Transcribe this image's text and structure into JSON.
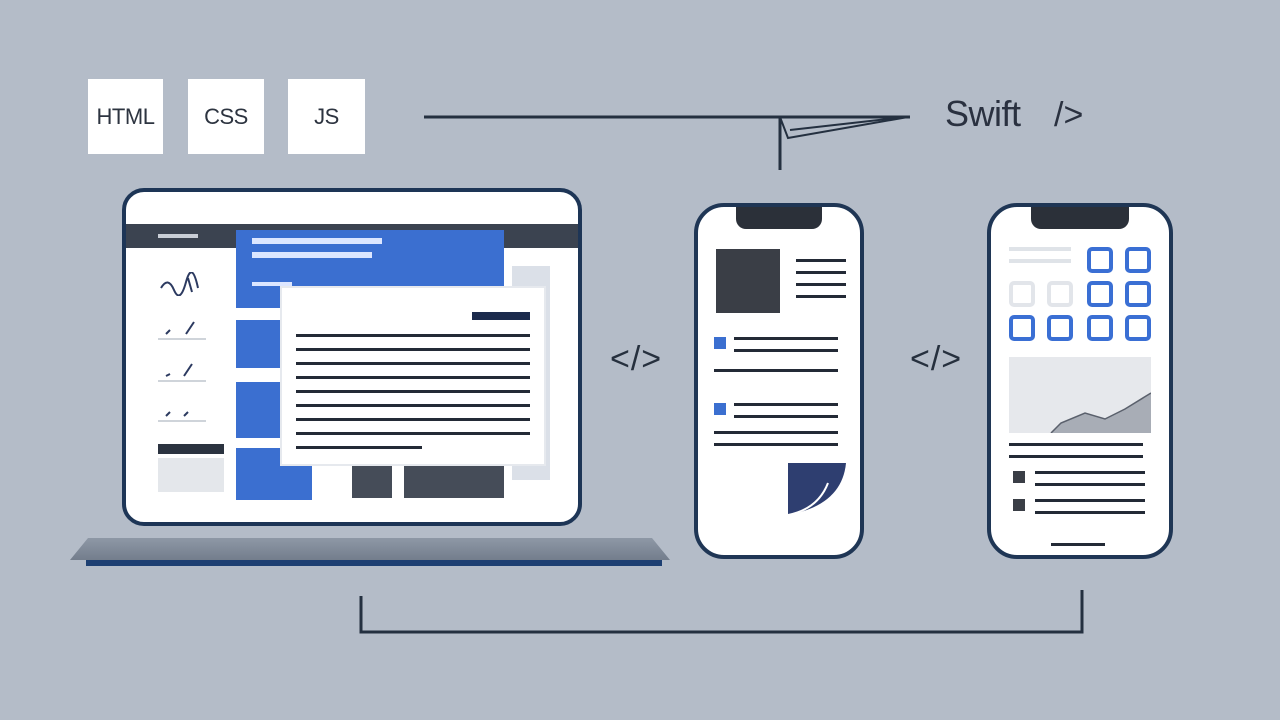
{
  "tags": {
    "html": "HTML",
    "css": "CSS",
    "js": "JS"
  },
  "swift": {
    "label": "Swift",
    "code": "/>"
  },
  "code_symbols": {
    "left": "</>",
    "right": "</>"
  },
  "colors": {
    "background": "#b4bcc8",
    "accent_blue": "#3b6fd0",
    "dark_navy": "#1d3556",
    "ink": "#232a36"
  },
  "icons": {
    "arrow": "paper-plane-arrow",
    "code_symbol": "code-brackets-icon"
  }
}
